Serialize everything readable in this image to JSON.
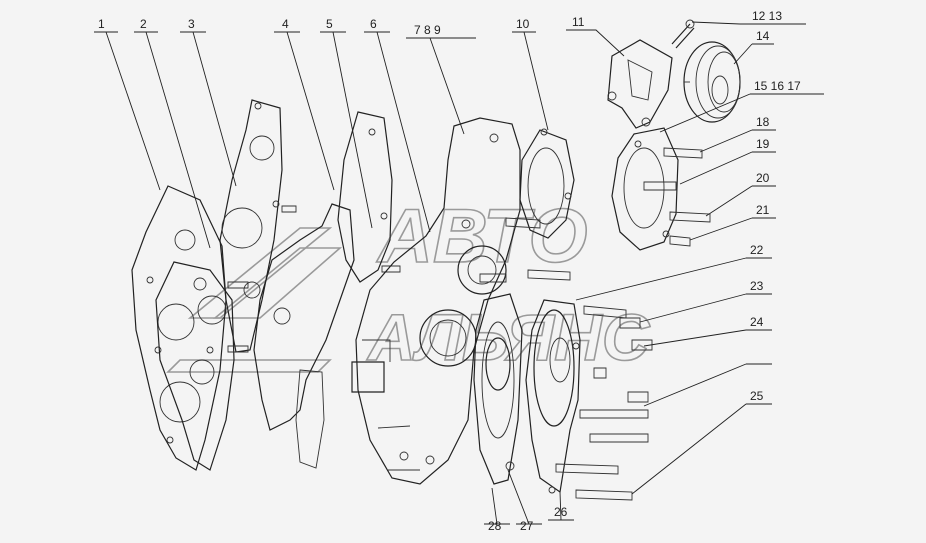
{
  "watermark": {
    "line1": "АВТО",
    "line2": "АЛЬЯНС"
  },
  "callouts": [
    {
      "id": "c1",
      "text": "1"
    },
    {
      "id": "c2",
      "text": "2"
    },
    {
      "id": "c3",
      "text": "3"
    },
    {
      "id": "c4",
      "text": "4"
    },
    {
      "id": "c5",
      "text": "5"
    },
    {
      "id": "c6",
      "text": "6"
    },
    {
      "id": "c7",
      "text": "7 8 9"
    },
    {
      "id": "c10",
      "text": "10"
    },
    {
      "id": "c11",
      "text": "11"
    },
    {
      "id": "c12",
      "text": "12 13"
    },
    {
      "id": "c14",
      "text": "14"
    },
    {
      "id": "c15",
      "text": "15 16 17"
    },
    {
      "id": "c18",
      "text": "18"
    },
    {
      "id": "c19",
      "text": "19"
    },
    {
      "id": "c20",
      "text": "20"
    },
    {
      "id": "c21",
      "text": "21"
    },
    {
      "id": "c22",
      "text": "22"
    },
    {
      "id": "c23",
      "text": "23"
    },
    {
      "id": "c24",
      "text": "24"
    },
    {
      "id": "c25",
      "text": "25"
    },
    {
      "id": "c26",
      "text": "26"
    },
    {
      "id": "c27",
      "text": "27"
    },
    {
      "id": "c28",
      "text": "28"
    }
  ]
}
